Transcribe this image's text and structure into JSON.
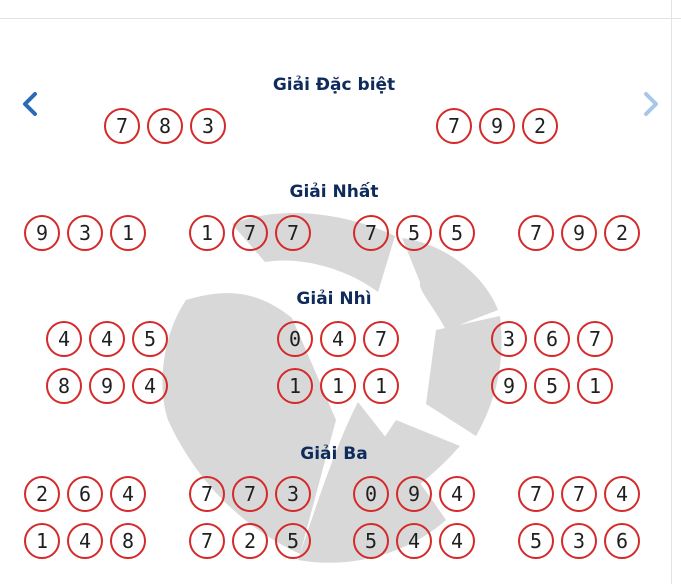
{
  "nav": {
    "prev_icon": "chevron-left-icon",
    "next_icon": "chevron-right-icon",
    "prev_color": "#2a6bb5",
    "next_color": "#a9c7e6"
  },
  "colors": {
    "ball_border": "#d42a2a",
    "title": "#0f2b5c",
    "watermark": "#d8d8d8"
  },
  "prizes": [
    {
      "title": "Giải Đặc biệt",
      "numbers": [
        "783",
        "792"
      ]
    },
    {
      "title": "Giải Nhất",
      "numbers": [
        "931",
        "177",
        "755",
        "792"
      ]
    },
    {
      "title": "Giải Nhì",
      "numbers": [
        "445",
        "047",
        "367",
        "894",
        "111",
        "951"
      ]
    },
    {
      "title": "Giải Ba",
      "numbers": [
        "264",
        "773",
        "094",
        "774",
        "148",
        "725",
        "544",
        "536"
      ]
    }
  ]
}
